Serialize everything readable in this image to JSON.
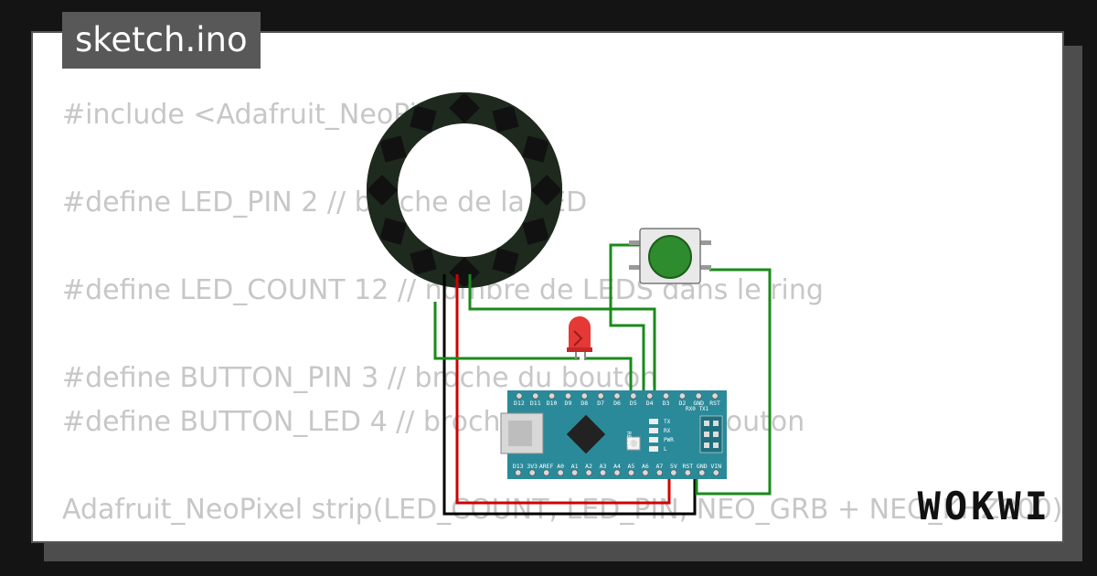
{
  "header": {
    "file_name": "sketch.ino"
  },
  "code_lines": [
    "#include <Adafruit_NeoPixel.h>",
    "#define LED_PIN 2 // broche de la LED",
    "#define LED_COUNT 12 // nombre de LEDS dans le ring",
    "#define BUTTON_PIN 3 // broche du bouton",
    "#define BUTTON_LED 4 // broche de la LED du bouton",
    "Adafruit_NeoPixel strip(LED_COUNT, LED_PIN, NEO_GRB + NEO_KHZ800);"
  ],
  "board": {
    "top_pins": [
      "D12",
      "D11",
      "D10",
      "D9",
      "D8",
      "D7",
      "D6",
      "D5",
      "D4",
      "D3",
      "D2",
      "GND",
      "RST"
    ],
    "bottom_pins": [
      "D13",
      "3V3",
      "AREF",
      "A0",
      "A1",
      "A2",
      "A3",
      "A4",
      "A5",
      "A6",
      "A7",
      "5V",
      "RST",
      "GND",
      "VIN"
    ],
    "leds": [
      "TX",
      "RX",
      "PWR",
      "L"
    ],
    "serial_label": "RX0 TX1",
    "reset_label": "RESET"
  },
  "colors": {
    "background": "#141414",
    "card": "#ffffff",
    "code_text": "#c7c7c7",
    "board": "#2b8a9a",
    "wire_green": "#1a8a1a",
    "wire_red": "#d00000",
    "wire_black": "#000000",
    "button_cap": "#2e8b2e",
    "led_red": "#e53935"
  },
  "brand": {
    "logo_text": "WOKWI"
  }
}
